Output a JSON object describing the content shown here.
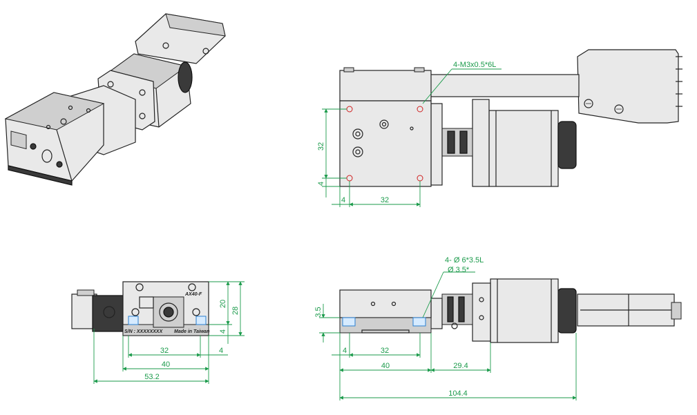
{
  "callouts": {
    "tapped_holes": "4-M3x0.5*6L",
    "counterbore": "4- Ø 6*3.5L",
    "through_hole": "Ø 3.5*"
  },
  "dimensions": {
    "top_height": "32",
    "top_offset_y": "4",
    "top_offset_x": "4",
    "top_width": "32",
    "front_32": "32",
    "front_4_right": "4",
    "front_40": "40",
    "front_53_2": "53.2",
    "front_20": "20",
    "front_28": "28",
    "front_4_vert": "4",
    "side_3_5": "3.5",
    "side_4": "4",
    "side_32": "32",
    "side_40": "40",
    "side_29_4": "29.4",
    "side_104_4": "104.4"
  },
  "labels": {
    "model": "AX40-F",
    "serial": "S/N : XXXXXXXX",
    "origin": "Made in Taiwan"
  }
}
